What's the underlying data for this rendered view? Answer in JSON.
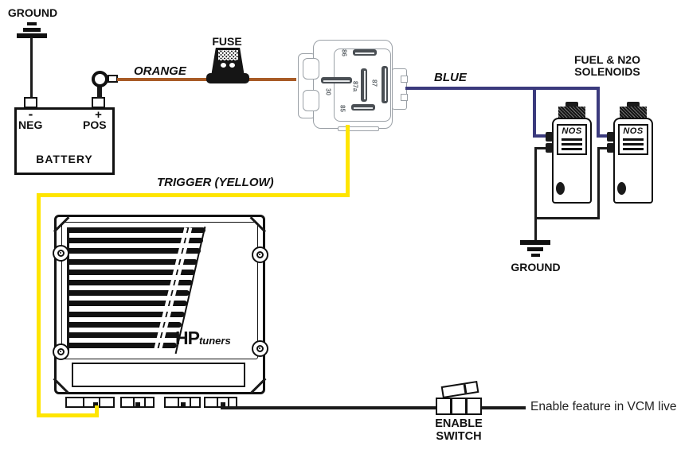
{
  "labels": {
    "ground_top": "GROUND",
    "fuse": "FUSE",
    "orange": "ORANGE",
    "blue": "BLUE",
    "trigger": "TRIGGER (YELLOW)",
    "solenoids_line1": "FUEL & N2O",
    "solenoids_line2": "SOLENOIDS",
    "ground_bottom": "GROUND",
    "enable_line1": "ENABLE",
    "enable_line2": "SWITCH",
    "note": "Enable feature in VCM live"
  },
  "battery": {
    "minus": "-",
    "neg": "NEG",
    "plus": "+",
    "pos": "POS",
    "name": "BATTERY"
  },
  "relay": {
    "pins": {
      "p86": "86",
      "p87a": "87a",
      "p87": "87",
      "p30": "30",
      "p85": "85"
    }
  },
  "solenoids": {
    "brand": "NOS"
  },
  "device": {
    "logo_hp": "HP",
    "logo_tuners": "tuners"
  },
  "colors": {
    "orange_wire": "#a85b26",
    "blue_wire": "#3b3a7d",
    "yellow_wire": "#ffe500",
    "black_wire": "#1a1a1a",
    "relay_outline": "#9aa0a6"
  }
}
